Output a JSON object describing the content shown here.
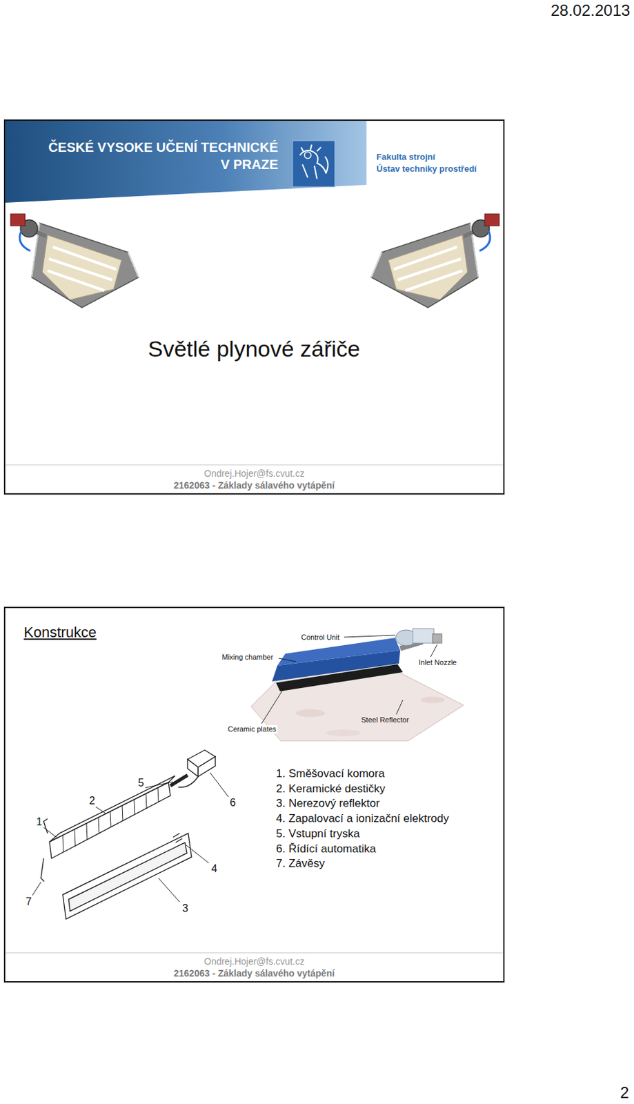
{
  "diagram": {
    "title": "Světlé plynové zářiče",
    "nodes": [
      {
        "text": [
          "Ondrej.Hojer@fs.cvut.cz",
          "2162063 - Základy sálavého vytápění"
        ]
      },
      {
        "text": [
          "ČESKÉ VYSOKE UČENÍ TECHNICKÉ V PRAZE"
        ],
        "in": 0
      },
      {
        "text": [
          "Konstrukce",
          "Ondrej.Hojer@fs.cvut.cz",
          "2162063 - Základy sálavého vytápění"
        ]
      }
    ],
    "labels": [
      "28.02.2013",
      "Fakulta strojní",
      "Ústav techniky prostředí",
      "Control Unit",
      "Mixing chamber",
      "Inlet Nozzle",
      "Ceramic plates",
      "Steel Reflector",
      "5",
      "2",
      "6",
      "1",
      "4",
      "7",
      "3",
      "1. Směšovací komora",
      "2. Keramické destičky",
      "3. Nerezový reflektor",
      "4. Zapalovací a ionizační elektrody",
      "5. Vstupní tryska",
      "6. Řídící automatika",
      "7. Závěsy",
      "2"
    ]
  }
}
